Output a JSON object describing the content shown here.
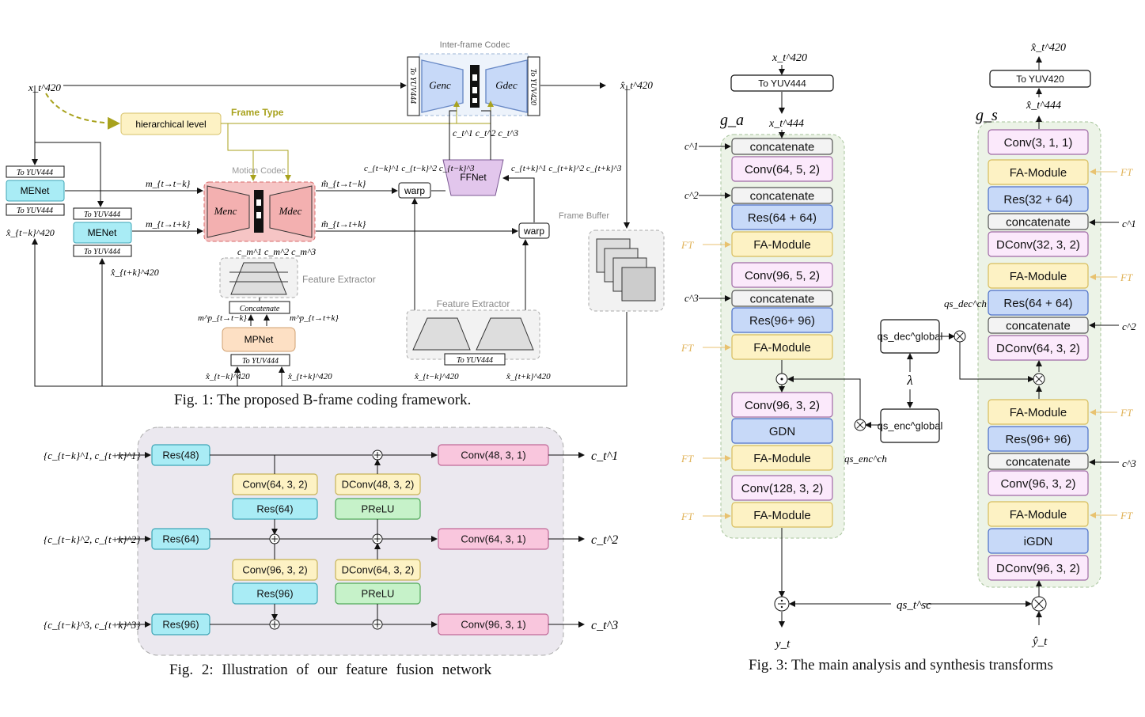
{
  "captions": {
    "fig1": "Fig. 1: The proposed B-frame coding framework.",
    "fig2": "Fig. 2: Illustration of our feature fusion network",
    "fig3": "Fig. 3: The main analysis and synthesis transforms"
  },
  "fig1": {
    "inter_codec_label": "Inter-frame Codec",
    "to_yuv444_v": "To YUV444",
    "to_yuv420_v": "To YUV420",
    "g_enc": "Genc",
    "g_dec": "Gdec",
    "x_in": "x_t^420",
    "x_out": "x̂_t^420",
    "hier_level": "hierarchical level",
    "frame_type": "Frame Type",
    "motion_codec": "Motion Codec",
    "m_enc": "Menc",
    "m_dec": "Mdec",
    "menet": "MENet",
    "to_yuv444": "To YUV444",
    "m_fwd": "m_{t→t−k}",
    "m_bwd": "m_{t→t+k}",
    "m_fwd_hat": "m̂_{t→t−k}",
    "m_bwd_hat": "m̂_{t→t+k}",
    "ffnet": "FFNet",
    "warp": "warp",
    "c_t": "c_t^1 c_t^2 c_t^3",
    "c_m": "c_m^1 c_m^2 c_m^3",
    "c_prev": "c_{t−k}^1 c_{t−k}^2 c_{t−k}^3",
    "c_next": "c_{t+k}^1 c_{t+k}^2 c_{t+k}^3",
    "feature_extractor": "Feature Extractor",
    "frame_buffer": "Frame Buffer",
    "concatenate": "Concatenate",
    "mpnet": "MPNet",
    "mp_prev": "m^p_{t→t−k}",
    "mp_next": "m^p_{t→t+k}",
    "x_prev": "x̂_{t−k}^420",
    "x_next": "x̂_{t+k}^420"
  },
  "fig2": {
    "inputs": [
      "{c_{t−k}^1, c_{t+k}^1}",
      "{c_{t−k}^2, c_{t+k}^2}",
      "{c_{t−k}^3, c_{t+k}^3}"
    ],
    "res": [
      "Res(48)",
      "Res(64)",
      "Res(96)"
    ],
    "convs_out": [
      "Conv(48, 3, 1)",
      "Conv(64, 3, 1)",
      "Conv(96, 3, 1)"
    ],
    "outputs": [
      "c_t^1",
      "c_t^2",
      "c_t^3"
    ],
    "down": [
      [
        "Conv(64, 3, 2)",
        "Res(64)"
      ],
      [
        "Conv(96, 3, 2)",
        "Res(96)"
      ]
    ],
    "up": [
      [
        "DConv(48, 3, 2)",
        "PReLU"
      ],
      [
        "DConv(64, 3, 2)",
        "PReLU"
      ]
    ]
  },
  "fig3": {
    "ga_title": "g_a",
    "gs_title": "g_s",
    "to_yuv444": "To YUV444",
    "to_yuv420": "To YUV420",
    "x420_in": "x_t^420",
    "x444_in": "x_t^444",
    "x420_out": "x̂_t^420",
    "x444_out": "x̂_t^444",
    "ga_blocks": [
      "concatenate",
      "Conv(64, 5, 2)",
      "concatenate",
      "Res(64 + 64)",
      "FA-Module",
      "Conv(96, 5, 2)",
      "concatenate",
      "Res(96+ 96)",
      "FA-Module",
      "Conv(96, 3, 2)",
      "GDN",
      "FA-Module",
      "Conv(128, 3, 2)",
      "FA-Module"
    ],
    "gs_blocks": [
      "Conv(3, 1, 1)",
      "FA-Module",
      "Res(32 + 64)",
      "concatenate",
      "DConv(32, 3, 2)",
      "FA-Module",
      "Res(64 + 64)",
      "concatenate",
      "DConv(64, 3, 2)",
      "FA-Module",
      "Res(96+ 96)",
      "concatenate",
      "Conv(96, 3, 2)",
      "FA-Module",
      "iGDN",
      "DConv(96, 3, 2)"
    ],
    "c_labels": [
      "c^1",
      "c^2",
      "c^3"
    ],
    "ft": "FT",
    "qs_dec_ch": "qs_dec^ch",
    "qs_enc_ch": "qs_enc^ch",
    "qs_dec_global": "qs_dec^global",
    "qs_enc_global": "qs_enc^global",
    "lambda": "λ",
    "qs_sc": "qs_t^sc",
    "y_t": "y_t",
    "y_hat": "ŷ_t"
  },
  "colors": {
    "cyan": "#a9ecf5",
    "blue": "#c7d9f8",
    "pink": "#f9c6dd",
    "yellow": "#fdf2c4",
    "lavender": "#fbe9fb",
    "green": "#c6f2c9",
    "olive": "#a8a21d",
    "peach": "#fde0c4",
    "red": "#f6c5c5",
    "panel": "#ebe8ef"
  }
}
